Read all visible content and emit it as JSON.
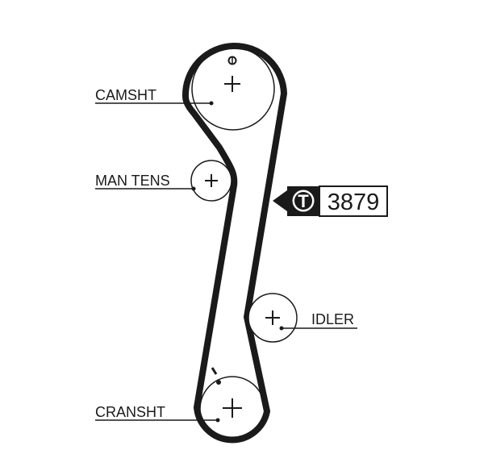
{
  "labels": {
    "camshaft": "CAMSHT",
    "manual_tensioner": "MAN TENS",
    "idler": "IDLER",
    "crankshaft": "CRANSHT"
  },
  "badge": {
    "icon_letter": "T",
    "part_number": "3879"
  },
  "colors": {
    "belt": "#1a1a1a",
    "line": "#1a1a1a",
    "background": "#ffffff"
  },
  "icons": {
    "badge": "tensioner-t-icon",
    "timing_mark": "timing-mark-icon",
    "center": "crosshair-icon"
  }
}
